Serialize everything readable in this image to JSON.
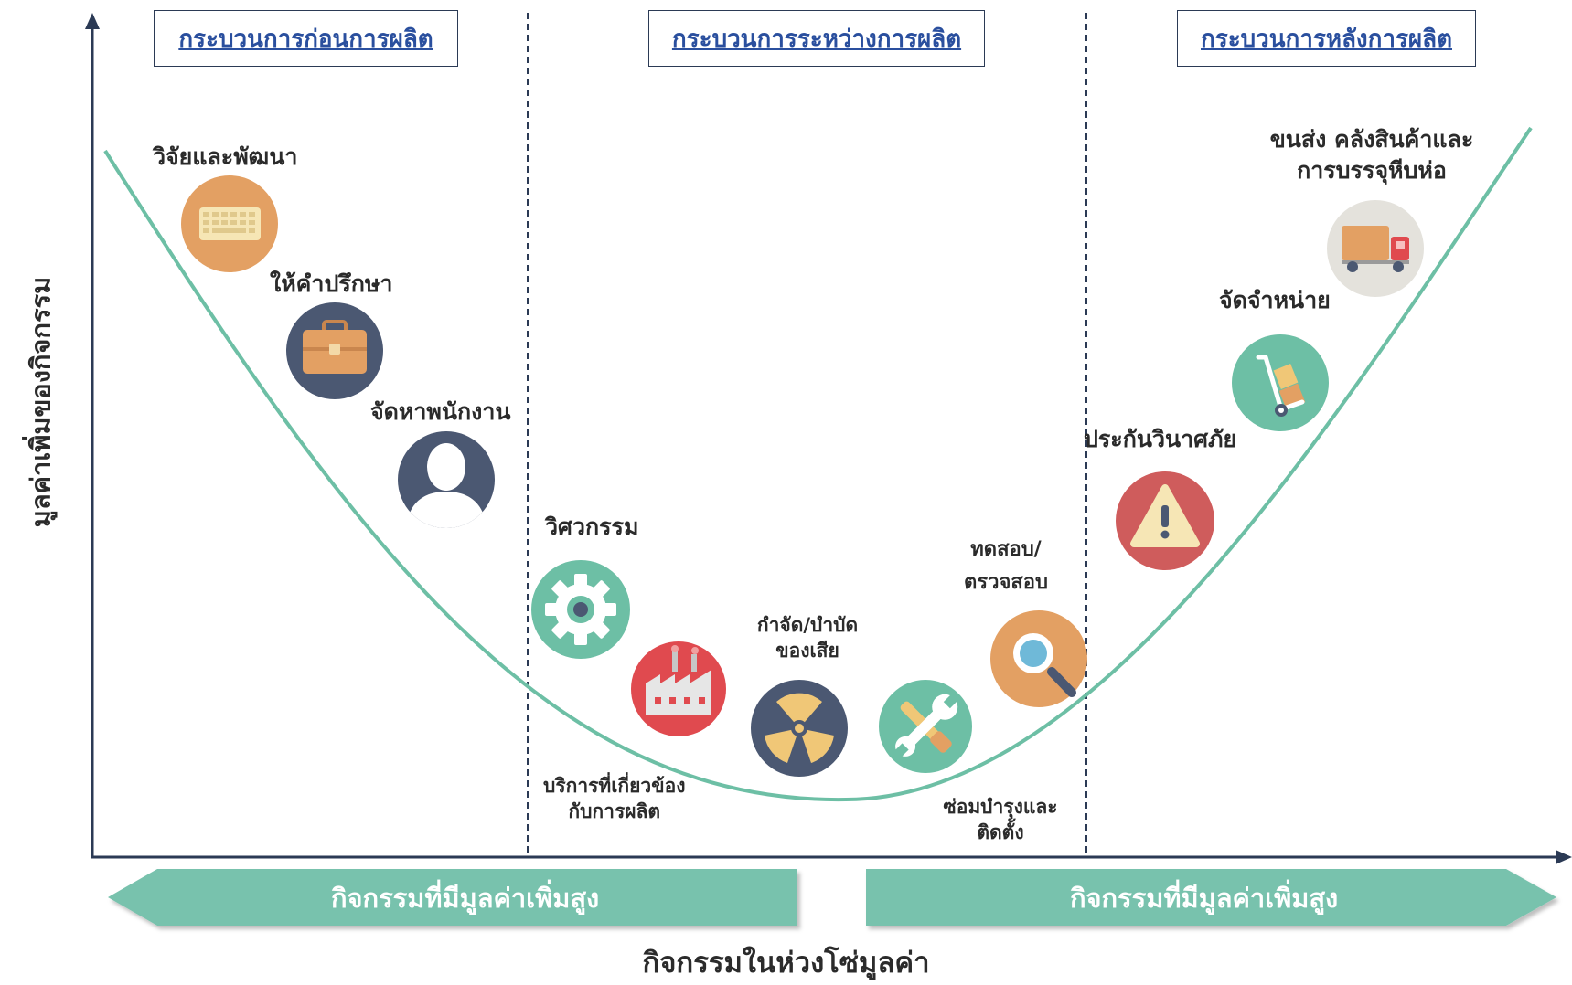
{
  "axes": {
    "y_label": "มูลค่าเพิ่มของกิจกรรม",
    "x_label": "กิจกรรมในห่วงโซ่มูลค่า"
  },
  "phases": [
    {
      "label": "กระบวนการก่อนการผลิต"
    },
    {
      "label": "กระบวนการระหว่างการผลิต"
    },
    {
      "label": "กระบวนการหลังการผลิต"
    }
  ],
  "activities": {
    "rnd": "วิจัยและพัฒนา",
    "consulting": "ให้คำปรึกษา",
    "recruitment": "จัดหาพนักงาน",
    "engineering": "วิศวกรรม",
    "production_services_1": "บริการที่เกี่ยวข้อง",
    "production_services_2": "กับการผลิต",
    "waste_1": "กำจัด/บำบัด",
    "waste_2": "ของเสีย",
    "maintenance_1": "ซ่อมบำรุงและ",
    "maintenance_2": "ติดตั้ง",
    "testing_1": "ทดสอบ/",
    "testing_2": "ตรวจสอบ",
    "insurance": "ประกันวินาศภัย",
    "distribution": "จัดจำหน่าย",
    "logistics_1": "ขนส่ง คลังสินค้าและ",
    "logistics_2": "การบรรจุหีบห่อ"
  },
  "bottom_arrows": {
    "left": "กิจกรรมที่มีมูลค่าเพิ่มสูง",
    "right": "กิจกรรมที่มีมูลค่าเพิ่มสูง"
  },
  "colors": {
    "curve": "#6dbfa5",
    "axis": "#2b3a55",
    "arrow": "#78c2ad",
    "phase_text": "#2a4f9e",
    "orange": "#e3a063",
    "navy": "#4b5872",
    "teal": "#6dbfa5",
    "red": "#e04a4f",
    "dark_red": "#cf5c5c",
    "grey": "#e4e2dc"
  },
  "icons": [
    "keyboard-icon",
    "briefcase-icon",
    "person-icon",
    "gear-icon",
    "factory-icon",
    "radiation-icon",
    "tools-icon",
    "magnifier-icon",
    "warning-icon",
    "hand-truck-icon",
    "truck-icon"
  ]
}
